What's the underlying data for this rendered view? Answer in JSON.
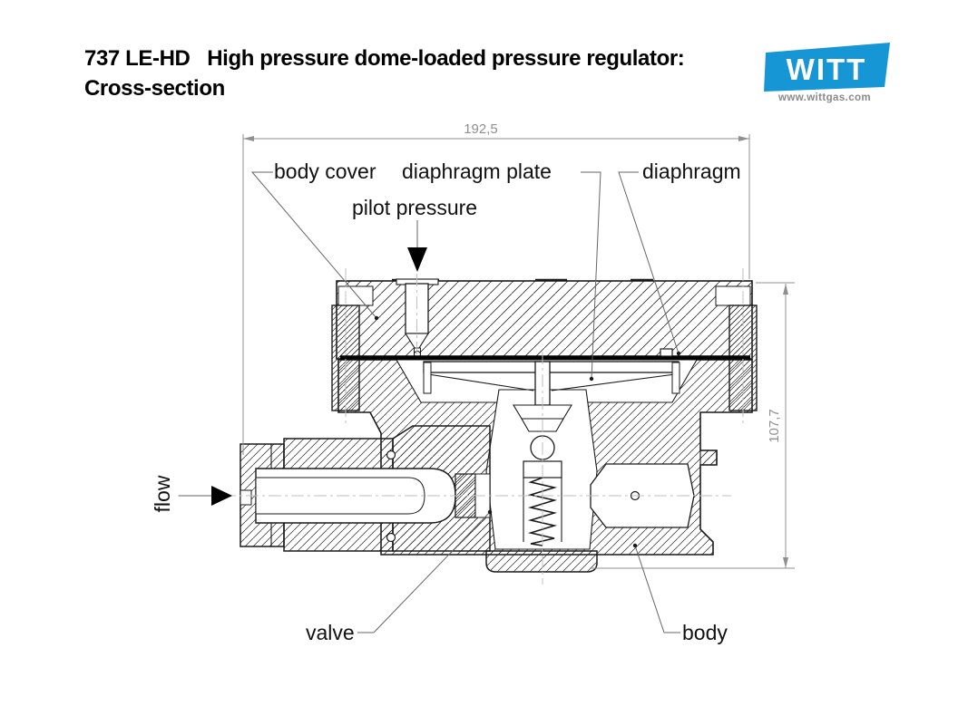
{
  "header": {
    "title_line1": "737 LE-HD   High pressure dome-loaded pressure regulator:",
    "title_line2": "Cross-section"
  },
  "logo": {
    "text": "WITT",
    "url": "www.wittgas.com",
    "brand_blue": "#1796D6",
    "url_gray": "#8a8a8a"
  },
  "dimensions": {
    "width": "192,5",
    "height": "107,7",
    "dim_color": "#8f8f8f"
  },
  "labels": {
    "body_cover": "body cover",
    "diaphragm_plate": "diaphragm plate",
    "diaphragm": "diaphragm",
    "pilot_pressure": "pilot pressure",
    "flow": "flow",
    "valve": "valve",
    "body": "body"
  },
  "drawing": {
    "line_color": "#1a1a1a",
    "centerline_color": "#bfbfbf",
    "type": "cross-section technical drawing"
  }
}
